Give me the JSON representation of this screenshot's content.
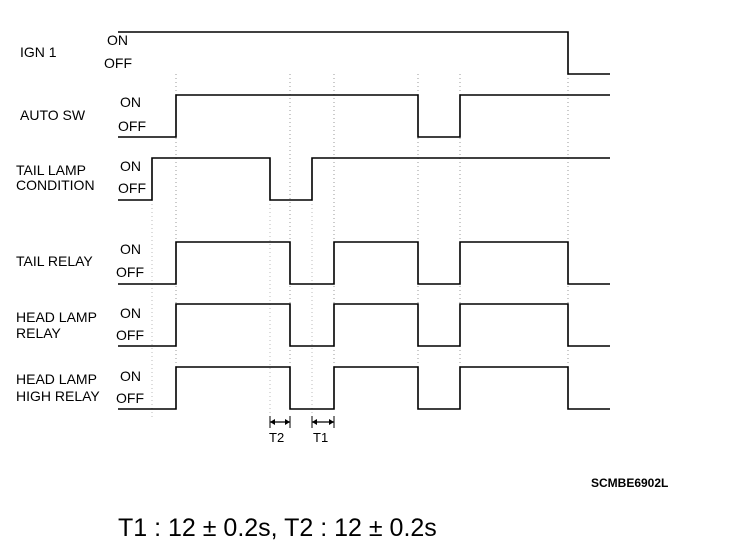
{
  "state_labels": {
    "on": "ON",
    "off": "OFF"
  },
  "signals": [
    {
      "id": "ign1",
      "label": [
        "IGN 1"
      ],
      "transitions": [
        [
          0,
          1
        ],
        [
          1,
          1
        ],
        [
          11,
          0
        ]
      ],
      "initial": 0
    },
    {
      "id": "auto-sw",
      "label": [
        "AUTO SW"
      ],
      "transitions": [
        [
          0,
          0
        ],
        [
          2,
          1
        ],
        [
          9,
          0
        ],
        [
          10,
          1
        ]
      ],
      "initial": 0
    },
    {
      "id": "tail-lamp-condition",
      "label": [
        "TAIL LAMP",
        "CONDITION"
      ],
      "transitions": [
        [
          0,
          0
        ],
        [
          1,
          1
        ],
        [
          4,
          0
        ],
        [
          5,
          1
        ]
      ],
      "initial": 0
    },
    {
      "id": "tail-relay",
      "label": [
        "TAIL RELAY"
      ],
      "transitions": [
        [
          0,
          0
        ],
        [
          2,
          1
        ],
        [
          6,
          0
        ],
        [
          7,
          1
        ],
        [
          9,
          0
        ],
        [
          10,
          1
        ],
        [
          11,
          0
        ]
      ],
      "initial": 0
    },
    {
      "id": "head-lamp-relay",
      "label": [
        "HEAD LAMP",
        "RELAY"
      ],
      "transitions": [
        [
          0,
          0
        ],
        [
          2,
          1
        ],
        [
          6,
          0
        ],
        [
          7,
          1
        ],
        [
          9,
          0
        ],
        [
          10,
          1
        ],
        [
          11,
          0
        ]
      ],
      "initial": 0
    },
    {
      "id": "head-lamp-high-relay",
      "label": [
        "HEAD LAMP",
        "HIGH RELAY"
      ],
      "transitions": [
        [
          0,
          0
        ],
        [
          2,
          1
        ],
        [
          6,
          0
        ],
        [
          7,
          1
        ],
        [
          9,
          0
        ],
        [
          10,
          1
        ],
        [
          11,
          0
        ]
      ],
      "initial": 0
    }
  ],
  "event_points": [
    0,
    1,
    2,
    3,
    4,
    5,
    6,
    7,
    8,
    9,
    10,
    11,
    12
  ],
  "timings": [
    {
      "label": "T2",
      "from": 4,
      "to": 6
    },
    {
      "label": "T1",
      "from": 5,
      "to": 7
    }
  ],
  "figure_code": "SCMBE6902L",
  "footer": "T1 : 12 ± 0.2s, T2 : 12 ± 0.2s"
}
